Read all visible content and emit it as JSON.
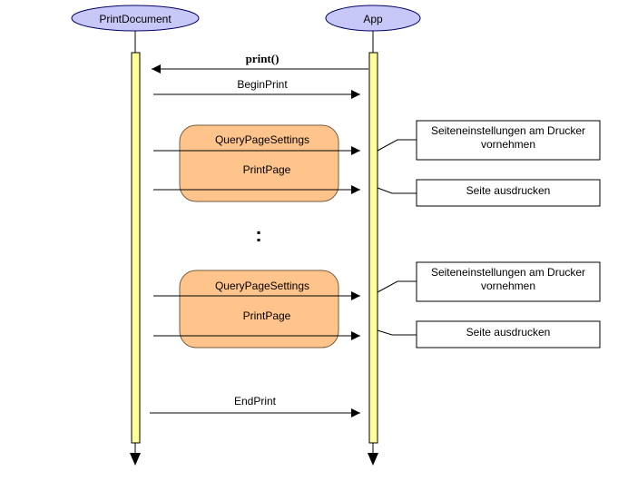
{
  "diagram": {
    "participants": {
      "left": "PrintDocument",
      "right": "App"
    },
    "messages": {
      "print": "print()",
      "begin_print": "BeginPrint",
      "query_page_settings_1": "QueryPageSettings",
      "print_page_1": "PrintPage",
      "ellipsis": ":",
      "query_page_settings_2": "QueryPageSettings",
      "print_page_2": "PrintPage",
      "end_print": "EndPrint"
    },
    "notes": {
      "settings_1_line1": "Seiteneinstellungen am Drucker",
      "settings_1_line2": "vornehmen",
      "print_1": "Seite ausdrucken",
      "settings_2_line1": "Seiteneinstellungen am Drucker",
      "settings_2_line2": "vornehmen",
      "print_2": "Seite ausdrucken"
    },
    "colors": {
      "participant_fill": "#c8c8f8",
      "activation_fill": "#ffff99",
      "loop_fill": "#ffc48c",
      "loop_stroke": "#7a5a3a"
    }
  }
}
